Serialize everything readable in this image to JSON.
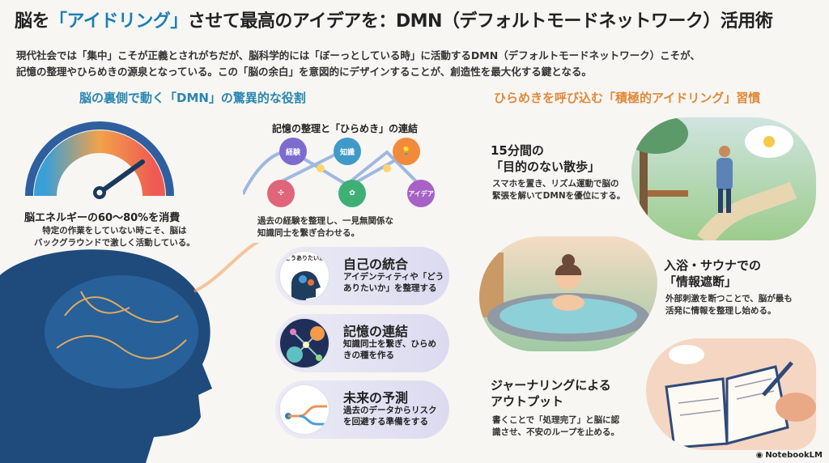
{
  "title": {
    "part1": "脳を",
    "highlight": "「アイドリング」",
    "part2": "させて最高のアイデアを：DMN（デフォルトモードネットワーク）活用術"
  },
  "intro": [
    "現代社会では「集中」こそが正義とされがちだが、脳科学的には「ぼーっとしている時」に活動するDMN（デフォルトモードネットワーク）こそが、",
    "記憶の整理やひらめきの源泉となっている。この「脳の余白」を意図的にデザインすることが、創造性を最大化する鍵となる。"
  ],
  "left": {
    "heading": "脳の裏側で動く「DMN」の驚異的な役割",
    "gauge": {
      "value_percent_range": [
        60,
        80
      ],
      "caption": "脳エネルギーの60〜80%を消費",
      "desc": [
        "特定の作業をしていない時こそ、脳は",
        "バックグラウンドで激しく活動している。"
      ]
    },
    "network": {
      "title": "記憶の整理と「ひらめき」の連結",
      "nodes": [
        "経験",
        "知識",
        "アイデア"
      ],
      "desc": [
        "過去の経験を整理し、一見無関係な",
        "知識同士を繋ぎ合わせる。"
      ]
    },
    "roles": [
      {
        "title": "自己の統合",
        "desc": "アイデンティティや「どうありたいか」を整理する",
        "icon_text": "どうありたいか"
      },
      {
        "title": "記憶の連結",
        "desc": "知識同士を繋ぎ、ひらめきの種を作る"
      },
      {
        "title": "未来の予測",
        "desc": "過去のデータからリスクを回避する準備をする"
      }
    ]
  },
  "right": {
    "heading": "ひらめきを呼び込む「積極的アイドリング」習慣",
    "habits": [
      {
        "title": [
          "15分間の",
          "「目的のない散歩」"
        ],
        "desc": [
          "スマホを置き、リズム運動で脳の",
          "緊張を解いてDMNを優位にする。"
        ]
      },
      {
        "title": [
          "入浴・サウナでの",
          "「情報遮断」"
        ],
        "desc": [
          "外部刺激を断つことで、脳が最も",
          "活発に情報を整理し始める。"
        ]
      },
      {
        "title": [
          "ジャーナリングによる",
          "アウトプット"
        ],
        "desc": [
          "書くことで「処理完了」と脳に認",
          "識させ、不安のループを止める。"
        ]
      }
    ]
  },
  "footer": {
    "brand": "NotebookLM"
  },
  "colors": {
    "blue": "#2a86b0",
    "orange": "#e0893a"
  }
}
